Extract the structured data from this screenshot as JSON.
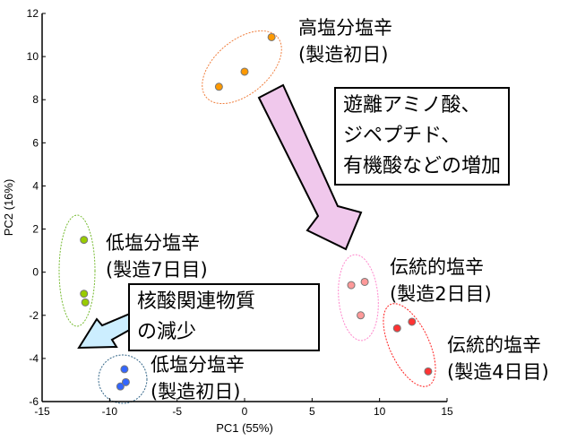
{
  "chart_data": {
    "type": "scatter",
    "xlabel": "PC1 (55%)",
    "ylabel": "PC2 (16%)",
    "xlim": [
      -15,
      15
    ],
    "ylim": [
      -6,
      12
    ],
    "xticks": [
      -15,
      -10,
      -5,
      0,
      5,
      10,
      15
    ],
    "yticks": [
      -6,
      -4,
      -2,
      0,
      2,
      4,
      6,
      8,
      10,
      12
    ],
    "grid": false,
    "series": [
      {
        "name": "高塩分塩辛 (製造初日)",
        "color": "#ff9900",
        "line1": "高塩分塩辛",
        "line2": "(製造初日)",
        "points": [
          [
            -1.9,
            8.6
          ],
          [
            0.0,
            9.3
          ],
          [
            2.0,
            10.9
          ]
        ]
      },
      {
        "name": "低塩分塩辛 (製造7日目)",
        "color": "#99cc00",
        "line1": "低塩分塩辛",
        "line2": "(製造7日目)",
        "points": [
          [
            -11.9,
            1.5
          ],
          [
            -11.9,
            -1.0
          ],
          [
            -11.8,
            -1.4
          ]
        ]
      },
      {
        "name": "低塩分塩辛 (製造初日)",
        "color": "#3366ff",
        "line1": "低塩分塩辛",
        "line2": "(製造初日)",
        "points": [
          [
            -8.9,
            -4.5
          ],
          [
            -9.2,
            -5.3
          ],
          [
            -8.8,
            -5.1
          ]
        ]
      },
      {
        "name": "伝統的塩辛 (製造2日目)",
        "color": "#ff9999",
        "line1": "伝統的塩辛",
        "line2": "(製造2日目)",
        "points": [
          [
            7.9,
            -0.6
          ],
          [
            8.9,
            -0.45
          ],
          [
            8.6,
            -2.0
          ]
        ]
      },
      {
        "name": "伝統的塩辛 (製造4日目)",
        "color": "#ff3333",
        "line1": "伝統的塩辛",
        "line2": "(製造4日目)",
        "points": [
          [
            11.3,
            -2.6
          ],
          [
            12.4,
            -2.3
          ],
          [
            13.6,
            -4.6
          ]
        ]
      }
    ],
    "annotations": [
      {
        "lines": [
          "遊離アミノ酸、",
          "ジペプチド、",
          "有機酸などの増加"
        ]
      },
      {
        "lines": [
          "核酸関連物質",
          "の減少"
        ]
      }
    ]
  }
}
